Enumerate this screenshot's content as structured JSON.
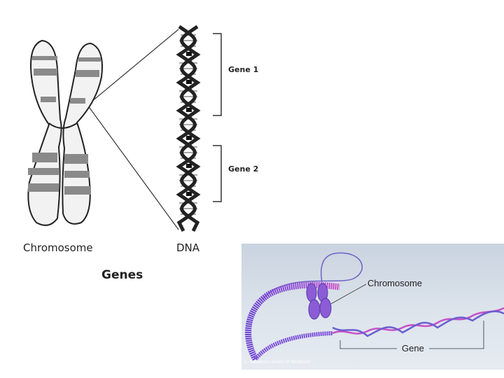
{
  "diagram": {
    "labels": {
      "gene1": "Gene 1",
      "gene2": "Gene 2",
      "chromosome": "Chromosome",
      "dna": "DNA",
      "title": "Genes"
    }
  },
  "photo": {
    "chromosome_label": "Chromosome",
    "gene_label": "Gene",
    "credit": "S. National Library of Medicine"
  }
}
